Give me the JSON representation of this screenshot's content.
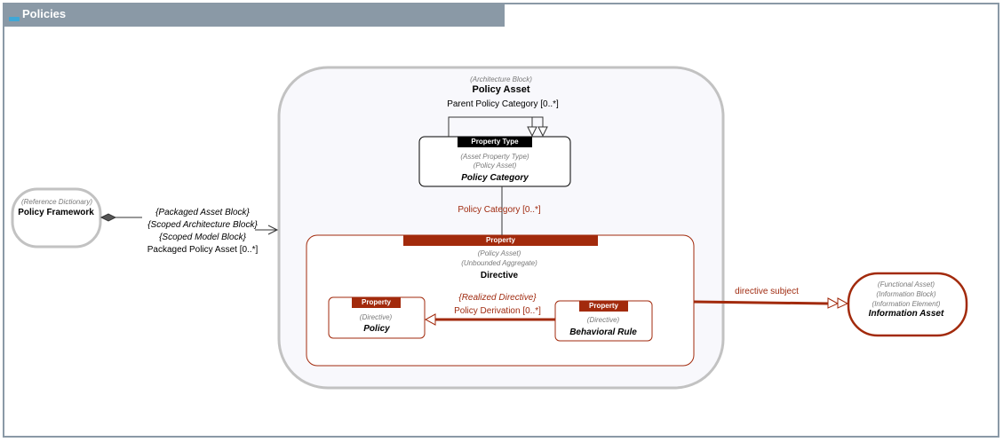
{
  "window": {
    "title": "Policies"
  },
  "colors": {
    "frame": "#8a99a6",
    "accent": "#a22a0c",
    "container_border": "#c0c0c0"
  },
  "nodes": {
    "policy_framework": {
      "stereotype": "(Reference Dictionary)",
      "name": "Policy Framework"
    },
    "policy_asset": {
      "stereotype": "(Architecture Block)",
      "name": "Policy Asset"
    },
    "policy_category": {
      "badge": "Property Type",
      "stereotype1": "(Asset Property Type)",
      "stereotype2": "(Policy Asset)",
      "name": "Policy Category"
    },
    "directive": {
      "badge": "Property",
      "stereotype1": "(Policy Asset)",
      "stereotype2": "(Unbounded Aggregate)",
      "name": "Directive"
    },
    "policy": {
      "badge": "Property",
      "stereotype": "(Directive)",
      "name": "Policy"
    },
    "behavioral_rule": {
      "badge": "Property",
      "stereotype": "(Directive)",
      "name": "Behavioral Rule"
    },
    "information_asset": {
      "stereotype1": "(Functional Asset)",
      "stereotype2": "(Information Block)",
      "stereotype3": "(Information Element)",
      "name": "Information Asset"
    }
  },
  "edges": {
    "packaged": {
      "line1": "{Packaged Asset Block}",
      "line2": "{Scoped Architecture Block}",
      "line3": "{Scoped Model Block}",
      "line4": "Packaged Policy Asset [0..*]"
    },
    "parent_category": {
      "label": "Parent Policy Category [0..*]"
    },
    "policy_category": {
      "label": "Policy Category [0..*]"
    },
    "derivation": {
      "line1": "{Realized Directive}",
      "line2": "Policy Derivation [0..*]"
    },
    "directive_subject": {
      "label": "directive subject"
    }
  }
}
